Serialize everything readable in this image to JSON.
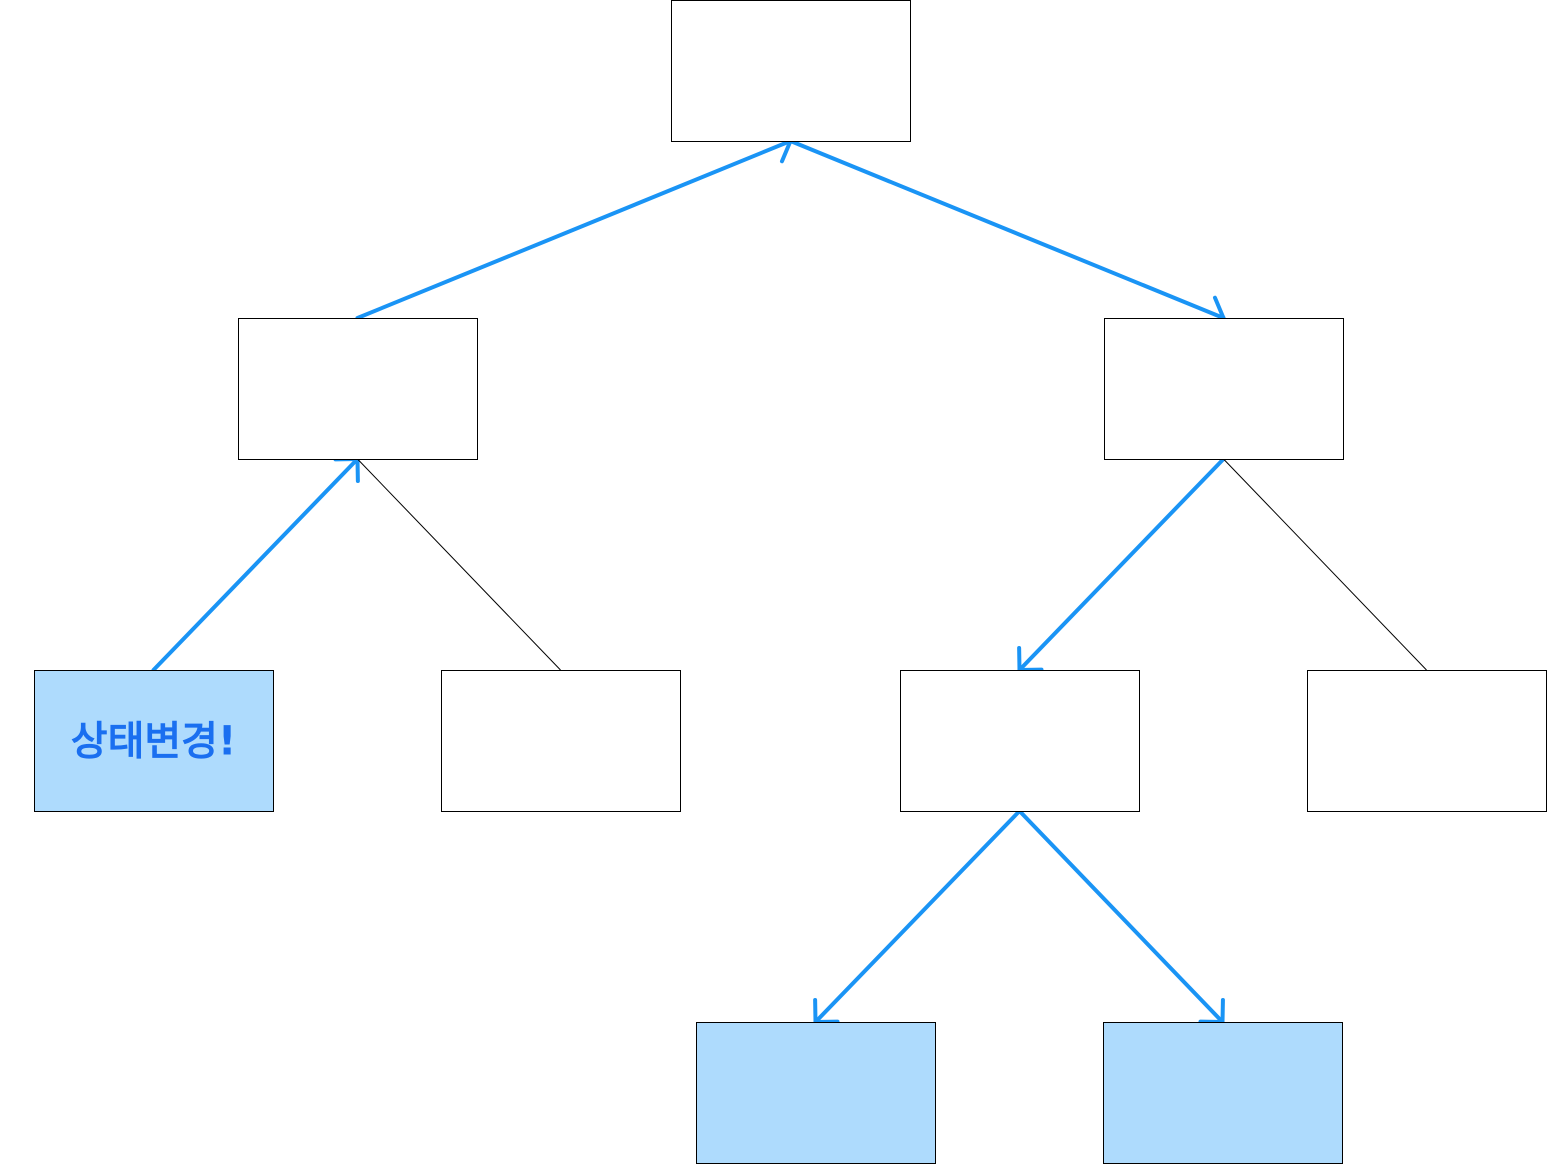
{
  "colors": {
    "background": "#ffffff",
    "box_stroke": "#000000",
    "highlight_fill": "#aedbfd",
    "arrow": "#1a94f5",
    "plain_edge": "#000000",
    "label_text": "#1a6ff0"
  },
  "diagram": {
    "type": "tree",
    "nodes": [
      {
        "id": "root",
        "label": "",
        "highlighted": false
      },
      {
        "id": "left",
        "label": "",
        "highlighted": false
      },
      {
        "id": "right",
        "label": "",
        "highlighted": false
      },
      {
        "id": "left-left",
        "label": "상태변경!",
        "highlighted": true
      },
      {
        "id": "left-right",
        "label": "",
        "highlighted": false
      },
      {
        "id": "right-left",
        "label": "",
        "highlighted": false
      },
      {
        "id": "right-right",
        "label": "",
        "highlighted": false
      },
      {
        "id": "right-left-left",
        "label": "",
        "highlighted": true
      },
      {
        "id": "right-left-right",
        "label": "",
        "highlighted": true
      }
    ],
    "edges": [
      {
        "from": "left-left",
        "to": "left",
        "style": "arrow"
      },
      {
        "from": "left",
        "to": "root",
        "style": "arrow"
      },
      {
        "from": "root",
        "to": "right",
        "style": "arrow"
      },
      {
        "from": "right",
        "to": "right-left",
        "style": "arrow"
      },
      {
        "from": "right-left",
        "to": "right-left-left",
        "style": "arrow"
      },
      {
        "from": "right-left",
        "to": "right-left-right",
        "style": "arrow"
      },
      {
        "from": "left",
        "to": "left-right",
        "style": "plain"
      },
      {
        "from": "right",
        "to": "right-right",
        "style": "plain"
      }
    ]
  }
}
